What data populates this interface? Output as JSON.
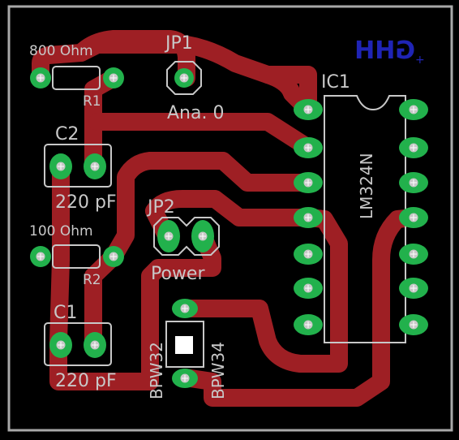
{
  "colors": {
    "background": "#000000",
    "outline": "#a8a8a8",
    "trace": "#9e1f24",
    "pad": "#22b14c",
    "drill": "#c8c8c8",
    "silk": "#c8c8c8",
    "brand": "#1f24b5"
  },
  "board": {
    "brand_text": "GHH"
  },
  "parts": {
    "r1": {
      "name": "R1",
      "value": "800 Ohm"
    },
    "r2": {
      "name": "R2",
      "value": "100 Ohm"
    },
    "c1": {
      "name": "C1",
      "value": "220 pF"
    },
    "c2": {
      "name": "C2",
      "value": "220 pF"
    },
    "jp1": {
      "name": "JP1",
      "label": "Ana. 0"
    },
    "jp2": {
      "name": "JP2",
      "label": "Power"
    },
    "ic1": {
      "name": "IC1",
      "value": "LM324N"
    },
    "sensor": {
      "name": "BPW32",
      "value": "BPW34"
    }
  }
}
